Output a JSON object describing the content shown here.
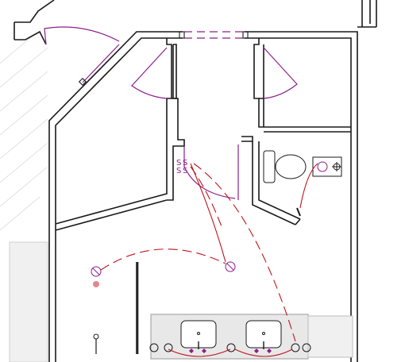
{
  "plan": {
    "colors": {
      "wall": "#1a1a1a",
      "door_swing": "#8a1f8a",
      "circuit_wire": "#c0141c",
      "background": "#ffffff",
      "counter_fill": "#e8e8e8"
    },
    "symbols": [
      {
        "name": "switch-icon",
        "count": 2
      },
      {
        "name": "ceiling-light-icon",
        "count": 2
      },
      {
        "name": "exhaust-fan-icon",
        "count": 1
      },
      {
        "name": "receptacle-icon",
        "count": 1
      },
      {
        "name": "vanity-light-icon",
        "count": 5
      },
      {
        "name": "sink-icon",
        "count": 2
      },
      {
        "name": "toilet-icon",
        "count": 1
      }
    ]
  }
}
